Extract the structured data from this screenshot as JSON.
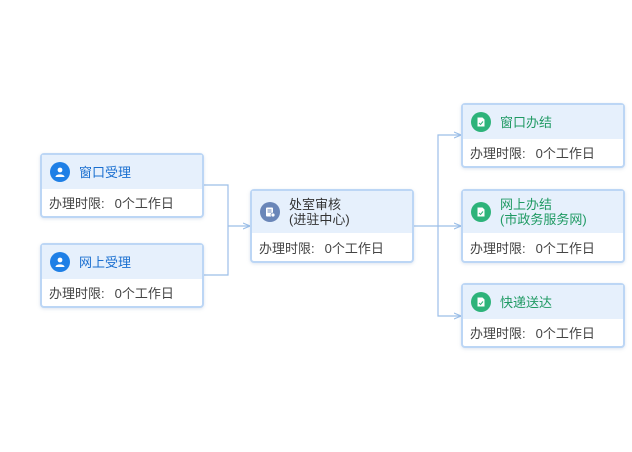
{
  "nodes": {
    "window_accept": {
      "title": "窗口受理",
      "time_label": "办理时限:",
      "time_value": "0个工作日",
      "icon": "user-icon",
      "color": "#1e7fe6"
    },
    "online_accept": {
      "title": "网上受理",
      "time_label": "办理时限:",
      "time_value": "0个工作日",
      "icon": "user-icon",
      "color": "#1e7fe6"
    },
    "review": {
      "title_line1": "处室审核",
      "title_line2": "(进驻中心)",
      "time_label": "办理时限:",
      "time_value": "0个工作日",
      "icon": "review-icon",
      "color": "#6a86b8"
    },
    "window_done": {
      "title": "窗口办结",
      "time_label": "办理时限:",
      "time_value": "0个工作日",
      "icon": "document-icon",
      "color": "#2db37a"
    },
    "online_done": {
      "title_line1": "网上办结",
      "title_line2": "(市政务服务网)",
      "time_label": "办理时限:",
      "time_value": "0个工作日",
      "icon": "document-icon",
      "color": "#2db37a"
    },
    "express": {
      "title": "快递送达",
      "time_label": "办理时限:",
      "time_value": "0个工作日",
      "icon": "document-icon",
      "color": "#2db37a"
    }
  },
  "connector_color": "#9cbfe8"
}
